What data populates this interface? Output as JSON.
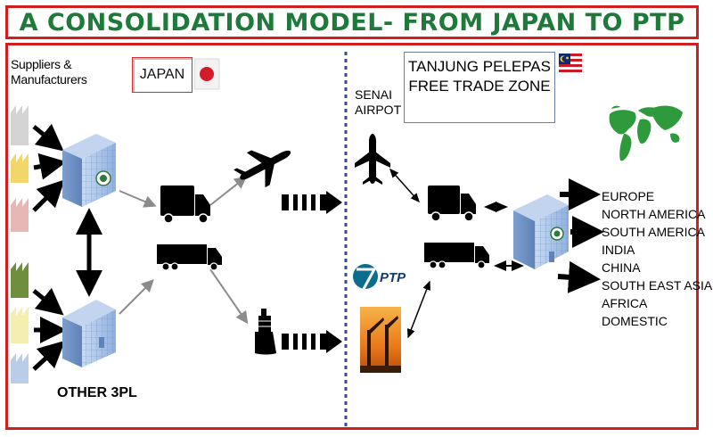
{
  "title": "A CONSOLIDATION MODEL- FROM JAPAN TO PTP",
  "left": {
    "suppliers_label": "Suppliers & Manufacturers",
    "japan_label": "JAPAN",
    "other_3pl_label": "OTHER 3PL"
  },
  "right": {
    "senai_label": "SENAI AIRPOT",
    "ftz_label": "TANJUNG PELEPAS FREE TRADE ZONE",
    "ptp_logo_text": "PTP",
    "destinations": [
      "EUROPE",
      "NORTH AMERICA",
      "SOUTH AMERICA",
      "INDIA",
      "CHINA",
      "SOUTH EAST ASIA",
      "AFRICA",
      "DOMESTIC"
    ]
  },
  "colors": {
    "frame_red": "#d11f1f",
    "title_green": "#1e7a3a",
    "divider_blue": "#2e4f8a",
    "warehouse_blue": "#a9c3e6",
    "world_map_green": "#2e9a3c",
    "factory_colors": [
      "#d4d4d4",
      "#f2d66a",
      "#e7b7b5",
      "#6f8f3e",
      "#f4eeb0",
      "#b9cde9"
    ]
  },
  "icons": [
    "factory-icon",
    "warehouse-icon",
    "truck-icon",
    "airplane-icon",
    "ship-icon",
    "striped-arrow-icon",
    "japan-flag-icon",
    "malaysia-flag-icon",
    "world-map-icon",
    "ptp-logo",
    "port-crane-photo"
  ]
}
